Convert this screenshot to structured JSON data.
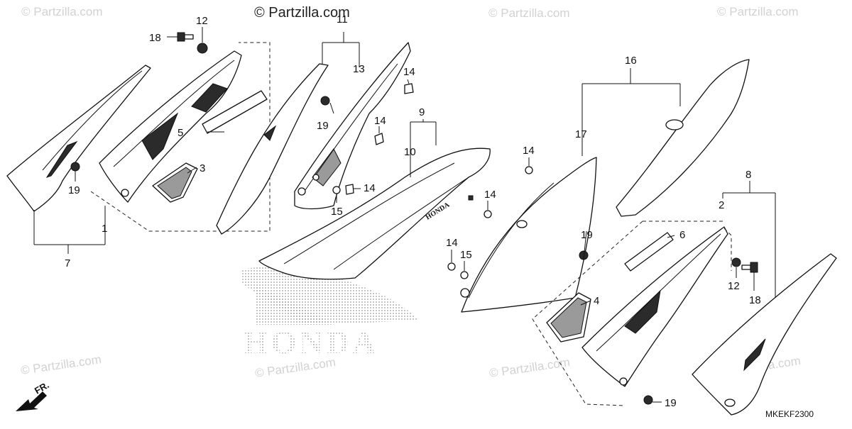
{
  "diagram": {
    "watermark": "© Partzilla.com",
    "diagram_code": "MKEKF2300",
    "brand_text": "HONDA",
    "seat_brand_text": "HONDA",
    "front_marker": "FR.",
    "callouts": [
      {
        "id": "c1",
        "label": "1"
      },
      {
        "id": "c2",
        "label": "2"
      },
      {
        "id": "c3",
        "label": "3"
      },
      {
        "id": "c4",
        "label": "4"
      },
      {
        "id": "c5",
        "label": "5"
      },
      {
        "id": "c6",
        "label": "6"
      },
      {
        "id": "c7",
        "label": "7"
      },
      {
        "id": "c8",
        "label": "8"
      },
      {
        "id": "c9",
        "label": "9"
      },
      {
        "id": "c10",
        "label": "10"
      },
      {
        "id": "c11",
        "label": "11"
      },
      {
        "id": "c12a",
        "label": "12"
      },
      {
        "id": "c12b",
        "label": "12"
      },
      {
        "id": "c13",
        "label": "13"
      },
      {
        "id": "c14a",
        "label": "14"
      },
      {
        "id": "c14b",
        "label": "14"
      },
      {
        "id": "c14c",
        "label": "14"
      },
      {
        "id": "c14d",
        "label": "14"
      },
      {
        "id": "c14e",
        "label": "14"
      },
      {
        "id": "c14f",
        "label": "14"
      },
      {
        "id": "c15a",
        "label": "15"
      },
      {
        "id": "c15b",
        "label": "15"
      },
      {
        "id": "c16",
        "label": "16"
      },
      {
        "id": "c17",
        "label": "17"
      },
      {
        "id": "c18a",
        "label": "18"
      },
      {
        "id": "c18b",
        "label": "18"
      },
      {
        "id": "c19a",
        "label": "19"
      },
      {
        "id": "c19b",
        "label": "19"
      },
      {
        "id": "c19c",
        "label": "19"
      },
      {
        "id": "c19d",
        "label": "19"
      }
    ]
  }
}
